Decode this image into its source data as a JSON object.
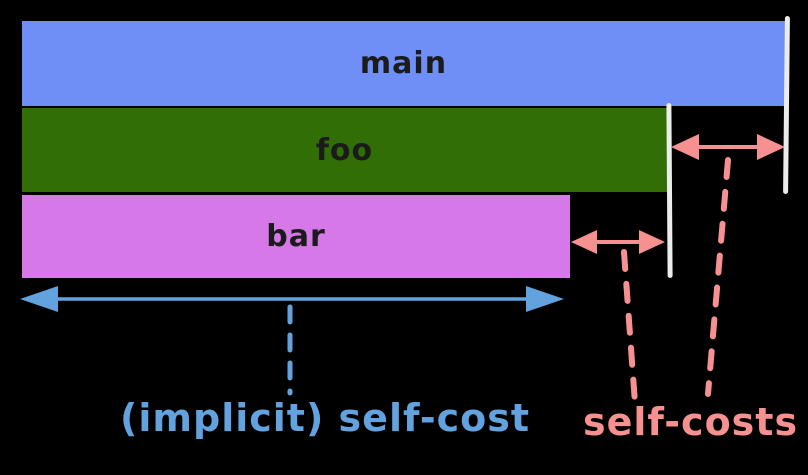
{
  "diagram": {
    "description": "flame-graph self-cost illustration",
    "frames": [
      {
        "label": "main",
        "color": "#6f8ef6"
      },
      {
        "label": "foo",
        "color": "#316e05"
      },
      {
        "label": "bar",
        "color": "#d678e8"
      }
    ],
    "captions": {
      "implicit_self_cost": {
        "label": "(implicit) self-cost",
        "color": "#62a2de"
      },
      "self_costs": {
        "label": "self-costs",
        "color": "#f79191"
      }
    },
    "colors": {
      "background": "#000000",
      "frame_label": "#1b1b1b",
      "self_cost_accent": "#f79191",
      "implicit_self_cost_accent": "#62a2de",
      "end_marker": "#ececec"
    }
  }
}
